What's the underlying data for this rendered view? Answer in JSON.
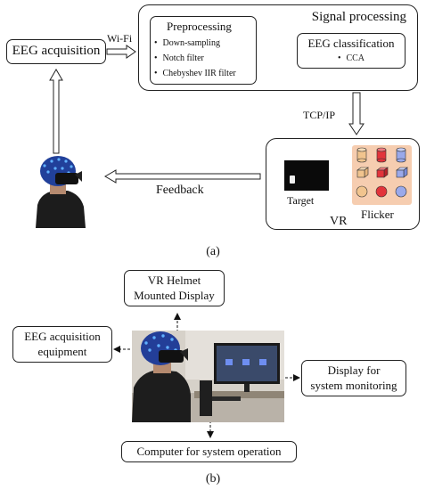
{
  "part_a": {
    "eeg_acquisition": "EEG acquisition",
    "wifi": "Wi-Fi",
    "signal_processing": {
      "title": "Signal processing",
      "preprocessing": {
        "title": "Preprocessing",
        "items": [
          "Down-sampling",
          "Notch filter",
          "Chebyshev IIR filter"
        ]
      },
      "classification": {
        "title": "EEG classification",
        "items": [
          "CCA"
        ]
      }
    },
    "tcpip": "TCP/IP",
    "vr": {
      "label": "VR",
      "target": "Target",
      "flicker": "Flicker"
    },
    "feedback": "Feedback",
    "caption": "(a)"
  },
  "part_b": {
    "vr_helmet": [
      "VR Helmet",
      "Mounted Display"
    ],
    "eeg_equipment": [
      "EEG acquisition",
      "equipment"
    ],
    "display_monitoring": [
      "Display for",
      "system monitoring"
    ],
    "computer_operation": "Computer for system operation",
    "caption": "(b)"
  },
  "colors": {
    "flicker_panel": "#f6cdb0",
    "flicker_red": "#e2343b",
    "flicker_blue": "#9aa9ea",
    "flicker_peach": "#f1c48e"
  }
}
